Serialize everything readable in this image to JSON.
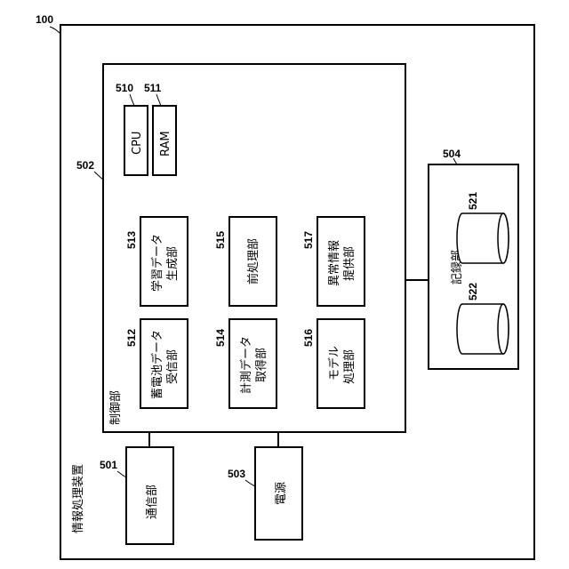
{
  "device": {
    "ref": "100",
    "label": "情報処理装置"
  },
  "controller": {
    "ref": "502",
    "label": "制御部",
    "cpu": {
      "ref": "510",
      "label": "CPU"
    },
    "ram": {
      "ref": "511",
      "label": "RAM"
    },
    "units": [
      {
        "ref": "512",
        "line1": "蓄電池データ",
        "line2": "受信部"
      },
      {
        "ref": "513",
        "line1": "学習データ",
        "line2": "生成部"
      },
      {
        "ref": "514",
        "line1": "計測データ",
        "line2": "取得部"
      },
      {
        "ref": "515",
        "line1": "前処理部",
        "line2": ""
      },
      {
        "ref": "516",
        "line1": "モデル",
        "line2": "処理部"
      },
      {
        "ref": "517",
        "line1": "異常情報",
        "line2": "提供部"
      }
    ]
  },
  "comm": {
    "ref": "501",
    "label": "通信部"
  },
  "power": {
    "ref": "503",
    "label": "電源"
  },
  "storage": {
    "ref": "504",
    "label": "記録部",
    "db1": {
      "ref": "521"
    },
    "db2": {
      "ref": "522"
    }
  }
}
